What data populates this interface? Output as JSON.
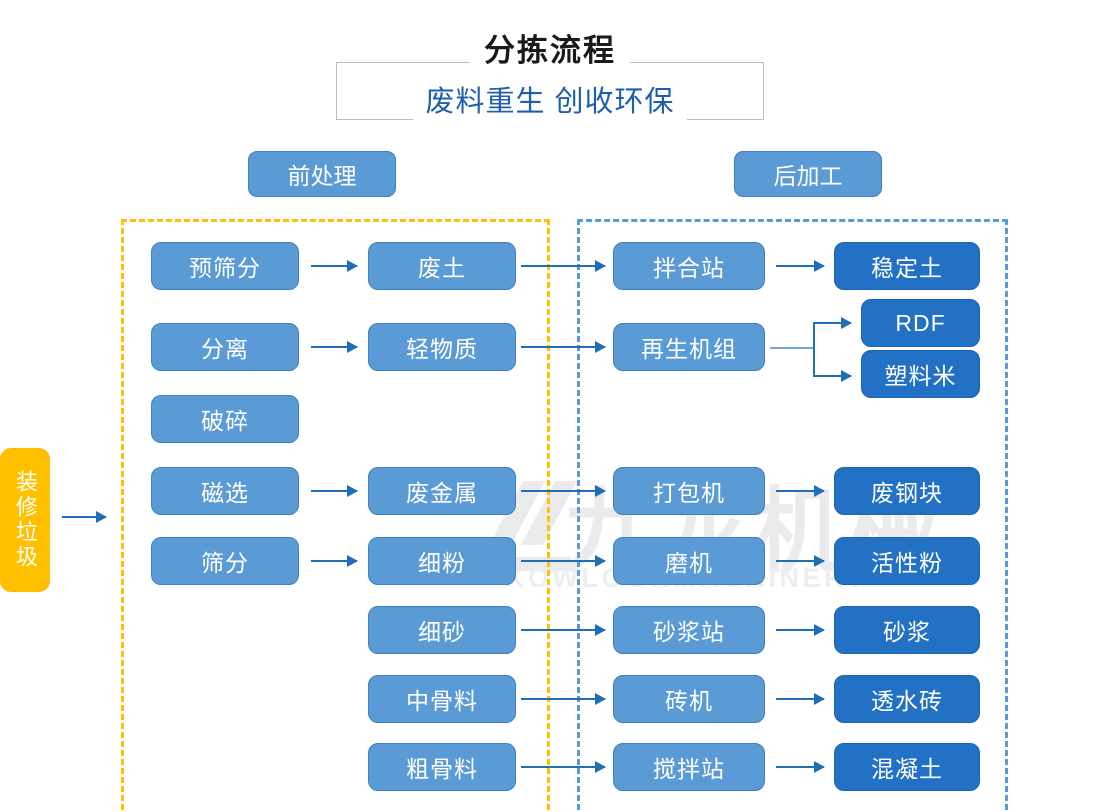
{
  "header": {
    "title": "分拣流程",
    "subtitle": "废料重生 创收环保"
  },
  "sections": {
    "pre_label": "前处理",
    "post_label": "后加工"
  },
  "input": {
    "label": "装修垃圾"
  },
  "watermark": {
    "cn": "九龙机械",
    "en": "KOWLOONMACHINERY"
  },
  "colors": {
    "light_blue": "#5B9BD5",
    "dark_blue": "#2271C4",
    "yellow": "#FFC000",
    "arrow_blue": "#1F6FB6",
    "subtitle_blue": "#1F5FA9",
    "title_black": "#1A1A1A"
  },
  "nodes": {
    "pre_process": [
      {
        "id": "pre-screen",
        "label": "预筛分"
      },
      {
        "id": "separate",
        "label": "分离"
      },
      {
        "id": "crush",
        "label": "破碎"
      },
      {
        "id": "magnetic",
        "label": "磁选"
      },
      {
        "id": "sieve",
        "label": "筛分"
      }
    ],
    "materials": [
      {
        "id": "waste-soil",
        "label": "废土"
      },
      {
        "id": "light-material",
        "label": "轻物质"
      },
      {
        "id": "waste-metal",
        "label": "废金属"
      },
      {
        "id": "fine-powder",
        "label": "细粉"
      },
      {
        "id": "fine-sand",
        "label": "细砂"
      },
      {
        "id": "medium-aggregate",
        "label": "中骨料"
      },
      {
        "id": "coarse-aggregate",
        "label": "粗骨料"
      }
    ],
    "machines": [
      {
        "id": "mixing-station",
        "label": "拌合站"
      },
      {
        "id": "recycling-unit",
        "label": "再生机组"
      },
      {
        "id": "baler",
        "label": "打包机"
      },
      {
        "id": "grinder",
        "label": "磨机"
      },
      {
        "id": "mortar-station",
        "label": "砂浆站"
      },
      {
        "id": "brick-machine",
        "label": "砖机"
      },
      {
        "id": "stirring-station",
        "label": "搅拌站"
      }
    ],
    "products": [
      {
        "id": "stabilized-soil",
        "label": "稳定土"
      },
      {
        "id": "rdf",
        "label": "RDF"
      },
      {
        "id": "plastic-pellet",
        "label": "塑料米"
      },
      {
        "id": "scrap-steel",
        "label": "废钢块"
      },
      {
        "id": "active-powder",
        "label": "活性粉"
      },
      {
        "id": "mortar",
        "label": "砂浆"
      },
      {
        "id": "permeable-brick",
        "label": "透水砖"
      },
      {
        "id": "concrete",
        "label": "混凝土"
      }
    ]
  }
}
